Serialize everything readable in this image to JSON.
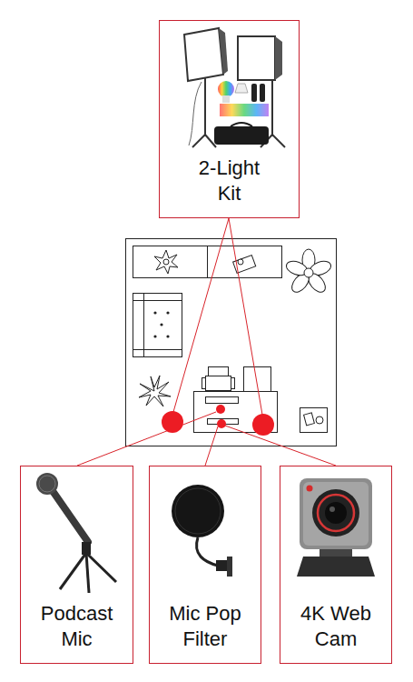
{
  "diagram": {
    "nodes": [
      {
        "text": [
          "2-Light Kit"
        ]
      },
      {
        "text": [
          "Podcast Mic"
        ]
      },
      {
        "text": [
          "Mic Pop Filter"
        ]
      },
      {
        "text": [
          "4K Web Cam"
        ]
      }
    ]
  }
}
